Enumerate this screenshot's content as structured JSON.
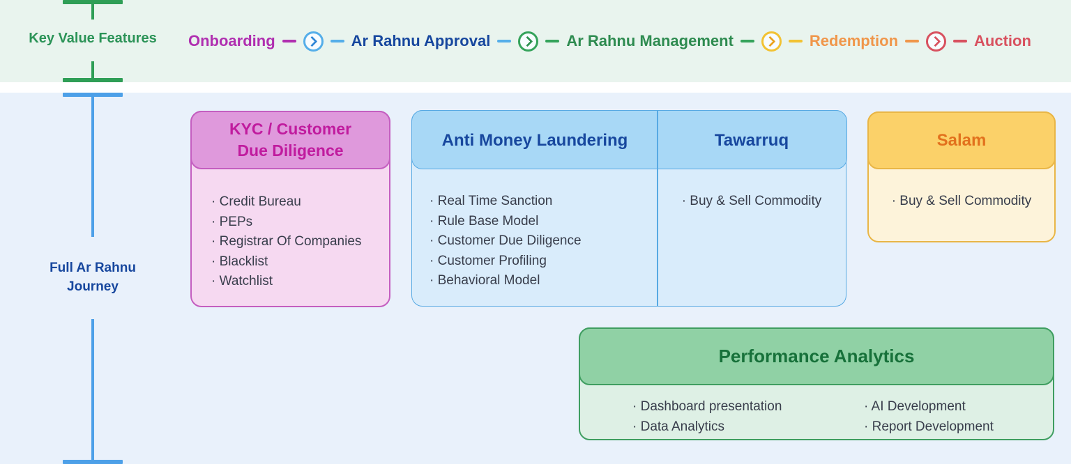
{
  "bullet": "·",
  "rail": {
    "top_label": "Key Value Features",
    "top_color": "#2f9e56",
    "top_label_color": "#2b9357",
    "bottom_label_line1": "Full Ar Rahnu",
    "bottom_label_line2": "Journey",
    "bottom_color": "#4da0e8",
    "bottom_label_color": "#17479e"
  },
  "flow": {
    "stages": [
      {
        "label": "Onboarding",
        "color": "#b02fb0"
      },
      {
        "label": "Ar Rahnu Approval",
        "color": "#17479e"
      },
      {
        "label": "Ar Rahnu Management",
        "color": "#2e8b50"
      },
      {
        "label": "Redemption",
        "color": "#f0964a"
      },
      {
        "label": "Auction",
        "color": "#d8515f"
      }
    ],
    "connectors": [
      {
        "left": "#b02fb0",
        "circle": "#55aee9",
        "chevron": "#2f86d6",
        "right": "#55aee9"
      },
      {
        "left": "#55aee9",
        "circle": "#35a35b",
        "chevron": "#2e9150",
        "right": "#35a35b"
      },
      {
        "left": "#35a35b",
        "circle": "#f2c233",
        "chevron": "#eaa21e",
        "right": "#f2c233"
      },
      {
        "left": "#f0964a",
        "circle": "#d8515f",
        "chevron": "#d8515f",
        "right": "#d8515f"
      }
    ]
  },
  "cards": {
    "kyc": {
      "title": "KYC / Customer Due Diligence",
      "items": [
        "Credit Bureau",
        "PEPs",
        "Registrar Of Companies",
        "Blacklist",
        "Watchlist"
      ],
      "colors": {
        "accent": "#c45ec0",
        "header_bg": "#df99dc",
        "body_bg": "#f6d9f1",
        "title_color": "#c01b9e"
      }
    },
    "aml_tawarruq": {
      "colors": {
        "accent": "#57a9e3",
        "header_bg": "#a8d8f6",
        "body_bg": "#d9ecfb",
        "title_color": "#17479e"
      },
      "aml": {
        "title": "Anti Money Laundering",
        "items": [
          "Real Time Sanction",
          "Rule Base Model",
          "Customer Due Diligence",
          "Customer Profiling",
          "Behavioral Model"
        ]
      },
      "tawarruq": {
        "title": "Tawarruq",
        "items": [
          "Buy & Sell Commodity"
        ]
      }
    },
    "salam": {
      "title": "Salam",
      "items": [
        "Buy & Sell Commodity"
      ],
      "colors": {
        "accent": "#e9b646",
        "header_bg": "#fbd169",
        "body_bg": "#fdf3da",
        "title_color": "#e2711d"
      }
    },
    "performance": {
      "title": "Performance Analytics",
      "items_left": [
        "Dashboard presentation",
        "Data Analytics"
      ],
      "items_right": [
        "AI Development",
        "Report Development"
      ],
      "colors": {
        "accent": "#3f9e60",
        "header_bg": "#90d1a5",
        "body_bg": "#def0e5",
        "title_color": "#17713a"
      }
    }
  }
}
